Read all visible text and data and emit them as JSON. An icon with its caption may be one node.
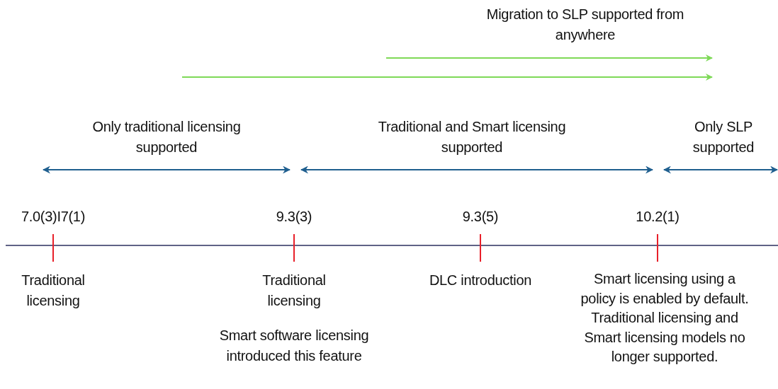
{
  "diagram": {
    "labels": [
      "Migration to SLP supported from anywhere",
      "Only traditional licensing supported",
      "Traditional and Smart licensing supported",
      "Only SLP supported",
      "7.0(3)I7(1)",
      "9.3(3)",
      "9.3(5)",
      "10.2(1)",
      "Traditional licensing",
      "Traditional licensing",
      "DLC introduction",
      "Smart licensing using a policy is enabled by default. Traditional licensing and Smart licensing models no longer supported.",
      "Smart software licensing introduced this feature"
    ]
  }
}
